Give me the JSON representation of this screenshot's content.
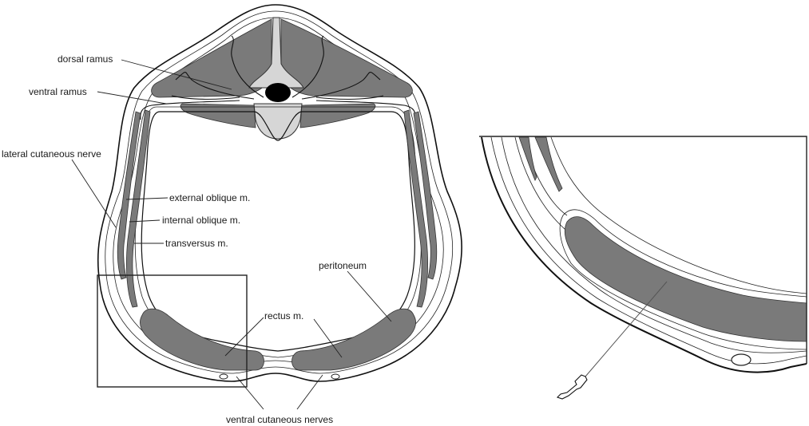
{
  "figure": {
    "description": "Cross-section of abdominal wall showing nerves and muscles, with magnified inset of ventral wall and needle placement",
    "labels": {
      "dorsal_ramus": "dorsal ramus",
      "ventral_ramus": "ventral ramus",
      "lateral_cutaneous_nerve": "lateral cutaneous nerve",
      "external_oblique": "external oblique m.",
      "internal_oblique": "internal oblique m.",
      "transversus": "transversus m.",
      "peritoneum": "peritoneum",
      "rectus": "rectus m.",
      "ventral_cutaneous_nerves": "ventral cutaneous nerves"
    },
    "colors": {
      "muscle": "#7a7a7a",
      "bone": "#d6d6d6",
      "spinal_cord": "#000000",
      "outline": "#111111"
    }
  }
}
